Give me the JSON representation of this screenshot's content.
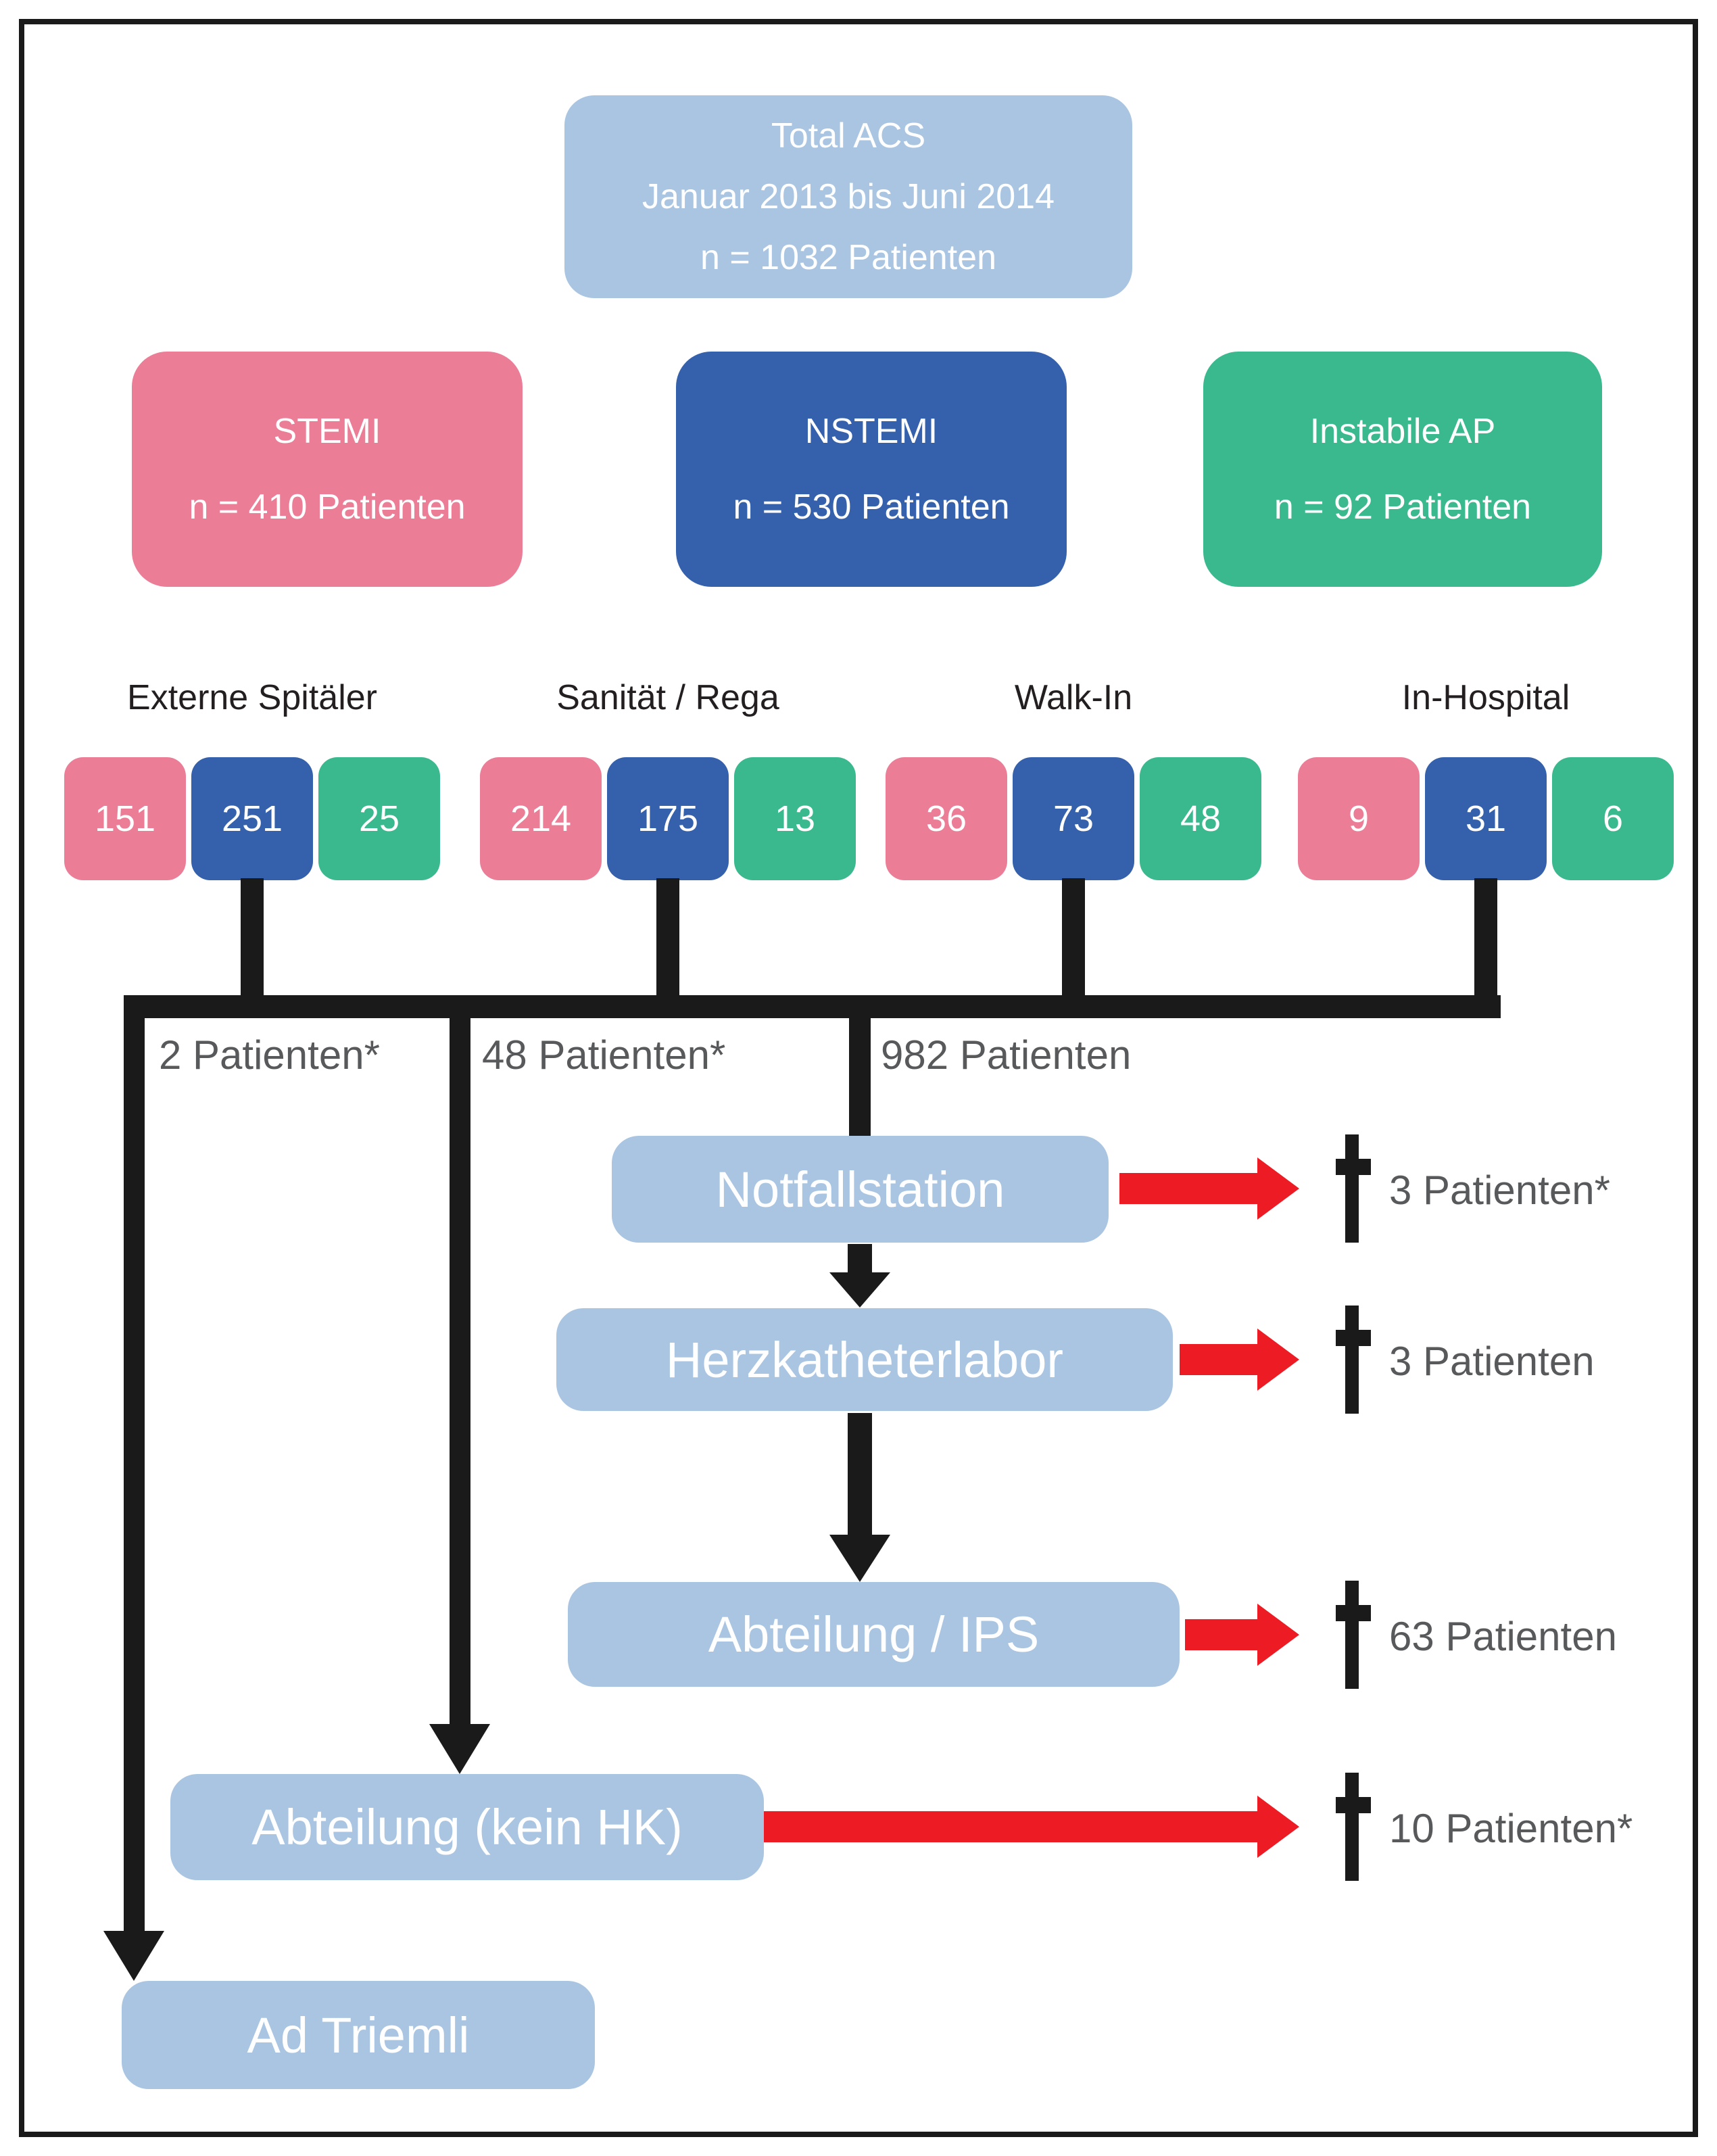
{
  "flowchart": {
    "total_box": {
      "title": "Total ACS",
      "period": "Januar 2013 bis Juni 2014",
      "n": "n = 1032 Patienten"
    },
    "categories": [
      {
        "name": "STEMI",
        "n": "n = 410 Patienten",
        "color": "#ec7d97"
      },
      {
        "name": "NSTEMI",
        "n": "n = 530 Patienten",
        "color": "#3561ac"
      },
      {
        "name": "Instabile AP",
        "n": "n = 92 Patienten",
        "color": "#3bb98e"
      }
    ],
    "admission_sources": [
      {
        "label": "Externe Spitäler",
        "stemi": "151",
        "nstemi": "251",
        "instabile_ap": "25"
      },
      {
        "label": "Sanität / Rega",
        "stemi": "214",
        "nstemi": "175",
        "instabile_ap": "13"
      },
      {
        "label": "Walk-In",
        "stemi": "36",
        "nstemi": "73",
        "instabile_ap": "48"
      },
      {
        "label": "In-Hospital",
        "stemi": "9",
        "nstemi": "31",
        "instabile_ap": "6"
      }
    ],
    "branch_labels": [
      "2 Patienten*",
      "48 Patienten*",
      "982 Patienten"
    ],
    "stations": {
      "notfallstation": "Notfallstation",
      "herzkatheterlabor": "Herzkatheterlabor",
      "abteilung_ips": "Abteilung / IPS",
      "abteilung_kein_hk": "Abteilung (kein HK)",
      "ad_triemli": "Ad Triemli"
    },
    "deaths": [
      {
        "station": "Notfallstation",
        "label": "3 Patienten*"
      },
      {
        "station": "Herzkatheterlabor",
        "label": "3 Patienten"
      },
      {
        "station": "Abteilung / IPS",
        "label": "63 Patienten"
      },
      {
        "station": "Abteilung (kein HK)",
        "label": "10 Patienten*"
      }
    ],
    "colors": {
      "box_light_blue": "#a9c5e2",
      "stemi_pink": "#ec7d97",
      "nstemi_blue": "#3561ac",
      "instabile_ap_green": "#3bb98e",
      "arrow_red": "#ed1c24",
      "line_black": "#1a1a1a",
      "label_gray": "#58595b"
    }
  }
}
